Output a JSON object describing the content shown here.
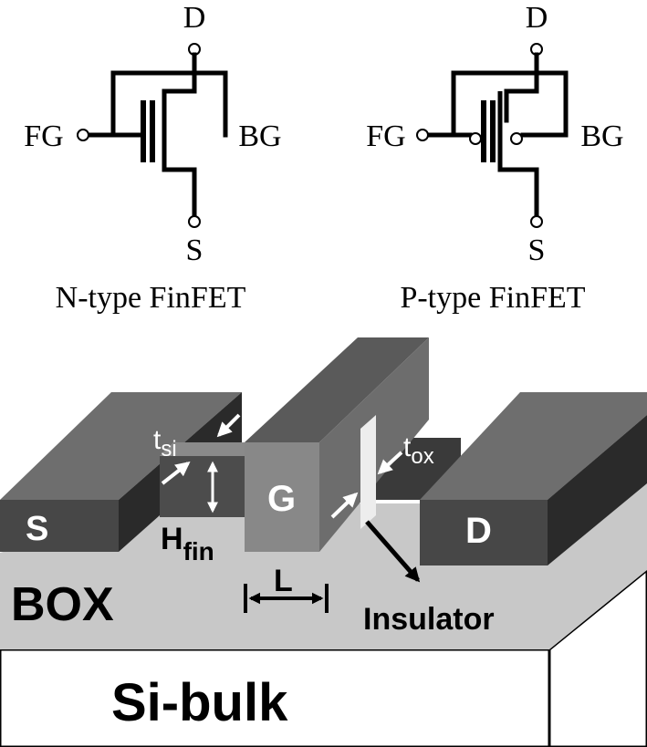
{
  "symbols": {
    "n_type": {
      "caption": "N-type FinFET",
      "drain": "D",
      "source": "S",
      "front_gate": "FG",
      "back_gate": "BG"
    },
    "p_type": {
      "caption": "P-type FinFET",
      "drain": "D",
      "source": "S",
      "front_gate": "FG",
      "back_gate": "BG"
    }
  },
  "structure": {
    "source": "S",
    "drain": "D",
    "gate": "G",
    "box": "BOX",
    "substrate": "Si-bulk",
    "fin_height": {
      "main": "H",
      "sub": "fin"
    },
    "silicon_thickness": {
      "main": "t",
      "sub": "si"
    },
    "oxide_thickness": {
      "main": "t",
      "sub": "ox"
    },
    "gate_length": "L",
    "insulator": "Insulator"
  }
}
